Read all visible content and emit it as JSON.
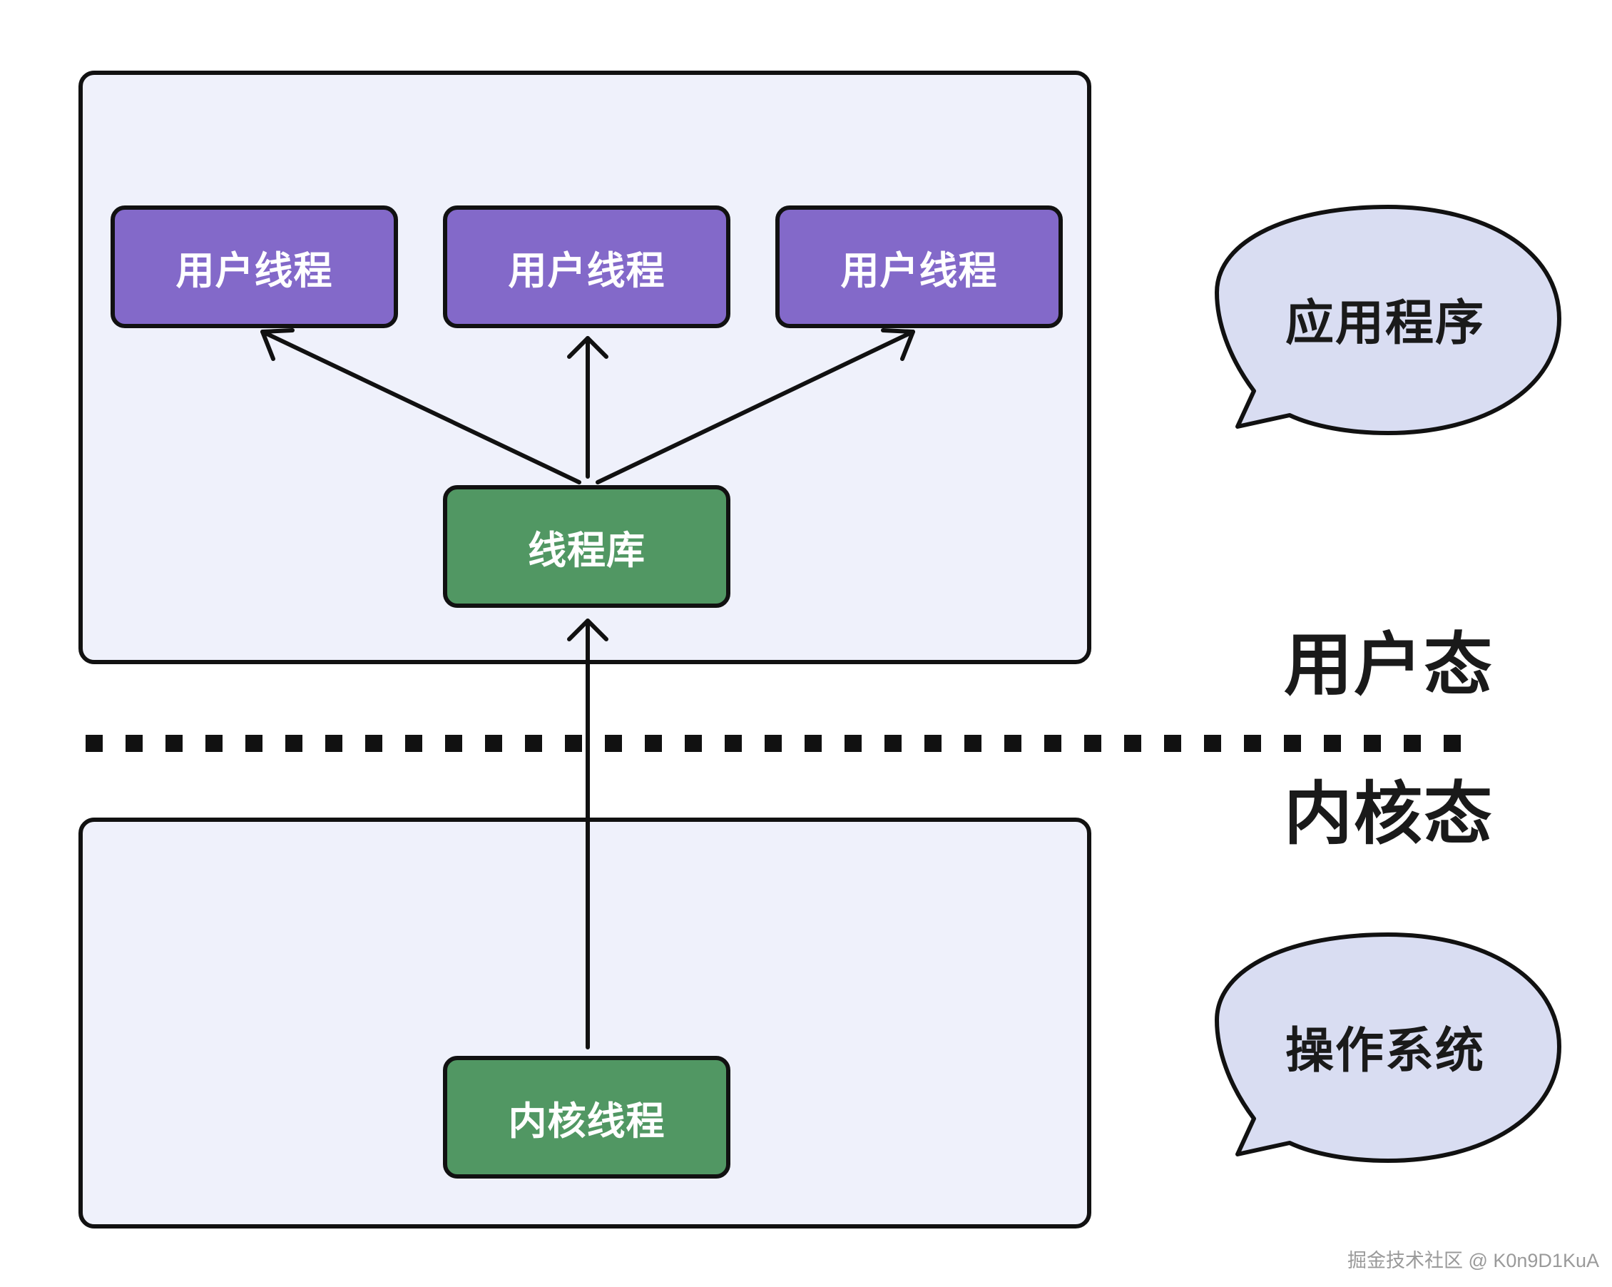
{
  "regions": {
    "application_box": "",
    "os_box": ""
  },
  "nodes": {
    "user_thread_1": "用户线程",
    "user_thread_2": "用户线程",
    "user_thread_3": "用户线程",
    "thread_library": "线程库",
    "kernel_thread": "内核线程"
  },
  "states": {
    "user_mode": "用户态",
    "kernel_mode": "内核态"
  },
  "bubbles": {
    "application": "应用程序",
    "operating_system": "操作系统"
  },
  "watermark": "掘金技术社区 @ K0n9D1KuA",
  "colors": {
    "region_fill": "#eff1fb",
    "user_thread_fill": "#8369c9",
    "library_fill": "#519763",
    "bubble_fill": "#d9ddf2",
    "stroke": "#111111"
  },
  "edges": [
    {
      "from": "thread_library",
      "to": "user_thread_1"
    },
    {
      "from": "thread_library",
      "to": "user_thread_2"
    },
    {
      "from": "thread_library",
      "to": "user_thread_3"
    },
    {
      "from": "kernel_thread",
      "to": "thread_library"
    }
  ]
}
